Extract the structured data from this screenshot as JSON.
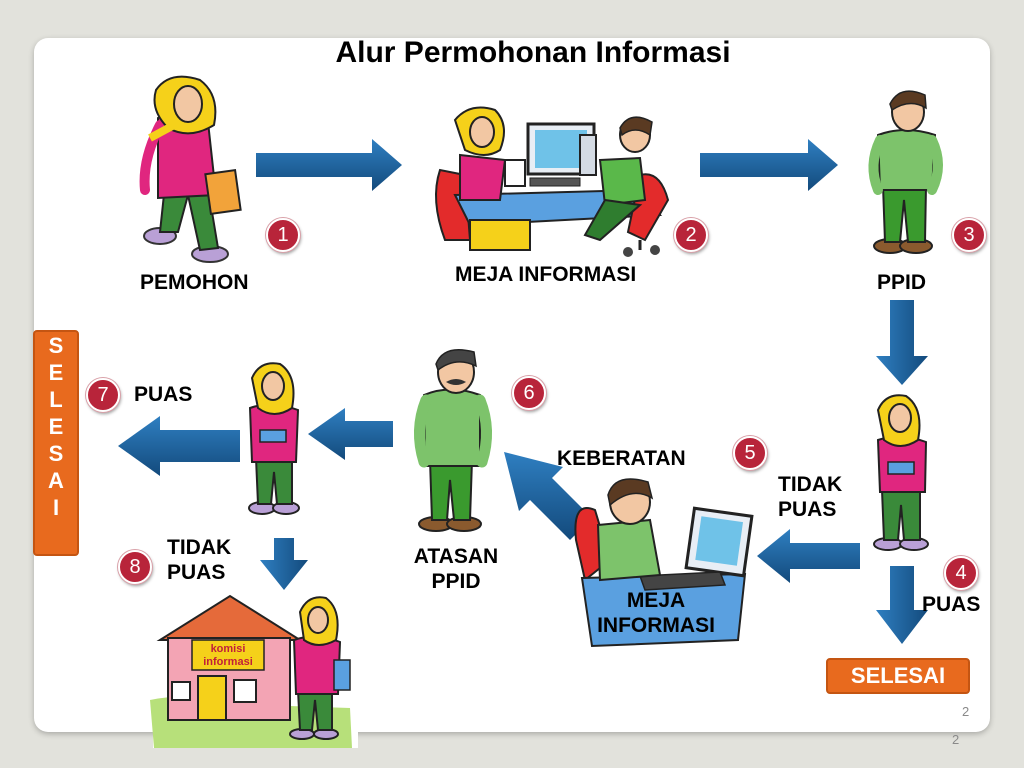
{
  "title": "Alur Permohonan Informasi",
  "nodes": {
    "pemohon": "PEMOHON",
    "meja_informasi_top": "MEJA INFORMASI",
    "ppid": "PPID",
    "keberatan": "KEBERATAN",
    "tidak_puas_right": [
      "TIDAK",
      "PUAS"
    ],
    "puas_right": "PUAS",
    "meja_informasi_bottom": [
      "MEJA",
      "INFORMASI"
    ],
    "atasan_ppid": [
      "ATASAN",
      "PPID"
    ],
    "puas_left": "PUAS",
    "tidak_puas_left": [
      "TIDAK",
      "PUAS"
    ],
    "komisi_sign": [
      "komisi",
      "informasi"
    ]
  },
  "steps": [
    "1",
    "2",
    "3",
    "4",
    "5",
    "6",
    "7",
    "8"
  ],
  "selesai_vertical": [
    "S",
    "E",
    "L",
    "E",
    "S",
    "A",
    "I"
  ],
  "selesai_bottom": "SELESAI",
  "page_numbers": [
    "2",
    "2"
  ],
  "colors": {
    "arrow": "#1f5f99",
    "badge": "#b8243a",
    "selesai": "#e86a1e"
  }
}
